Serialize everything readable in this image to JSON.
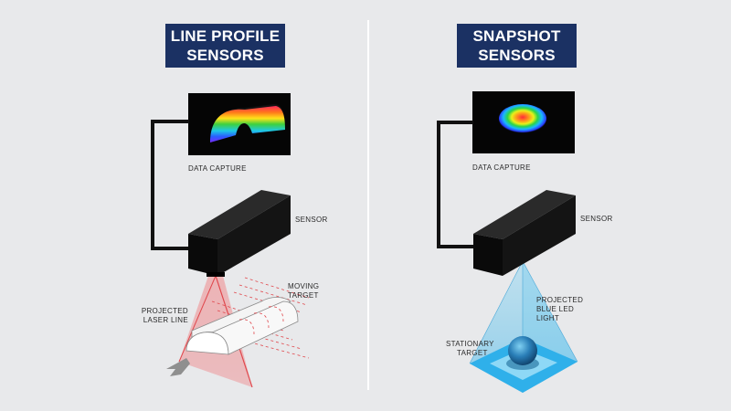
{
  "left_panel": {
    "title_line1": "LINE PROFILE",
    "title_line2": "SENSORS",
    "data_capture_label": "DATA CAPTURE",
    "sensor_label": "SENSOR",
    "moving_target_line1": "MOVING",
    "moving_target_line2": "TARGET",
    "laser_line1": "PROJECTED",
    "laser_line2": "LASER LINE"
  },
  "right_panel": {
    "title_line1": "SNAPSHOT",
    "title_line2": "SENSORS",
    "data_capture_label": "DATA CAPTURE",
    "sensor_label": "SENSOR",
    "light_line1": "PROJECTED",
    "light_line2": "BLUE LED",
    "light_line3": "LIGHT",
    "stationary_line1": "STATIONARY",
    "stationary_line2": "TARGET"
  },
  "colors": {
    "title_bg": "#1b3163",
    "background": "#e8e9eb",
    "laser": "#e0474c",
    "led_blue": "#3fb6e6"
  }
}
